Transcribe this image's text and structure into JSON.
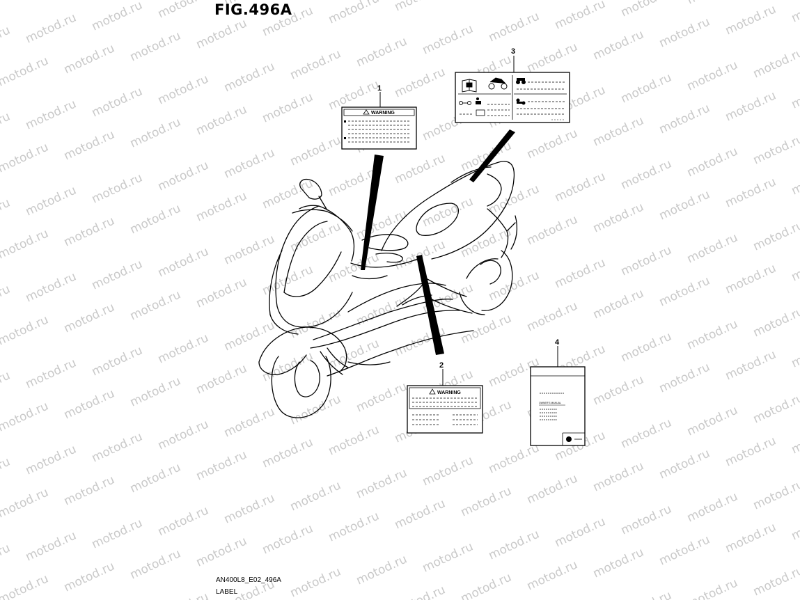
{
  "figure": {
    "title": "FIG.496A",
    "code": "AN400L8_E02_496A",
    "name": "LABEL"
  },
  "watermark": {
    "text": "motod.ru",
    "color": "#c9c9c9"
  },
  "callouts": [
    {
      "number": "1"
    },
    {
      "number": "2"
    },
    {
      "number": "3"
    },
    {
      "number": "4"
    }
  ],
  "labels": {
    "label1": {
      "heading": "WARNING"
    },
    "label2": {
      "heading": "WARNING"
    },
    "label4": {
      "manual_title": "OWNER'S MANUAL"
    }
  },
  "icons": {
    "label3": [
      "book-icon",
      "motorcycle-icon",
      "scooter-icon",
      "wrench-icon",
      "rider-icon"
    ]
  }
}
